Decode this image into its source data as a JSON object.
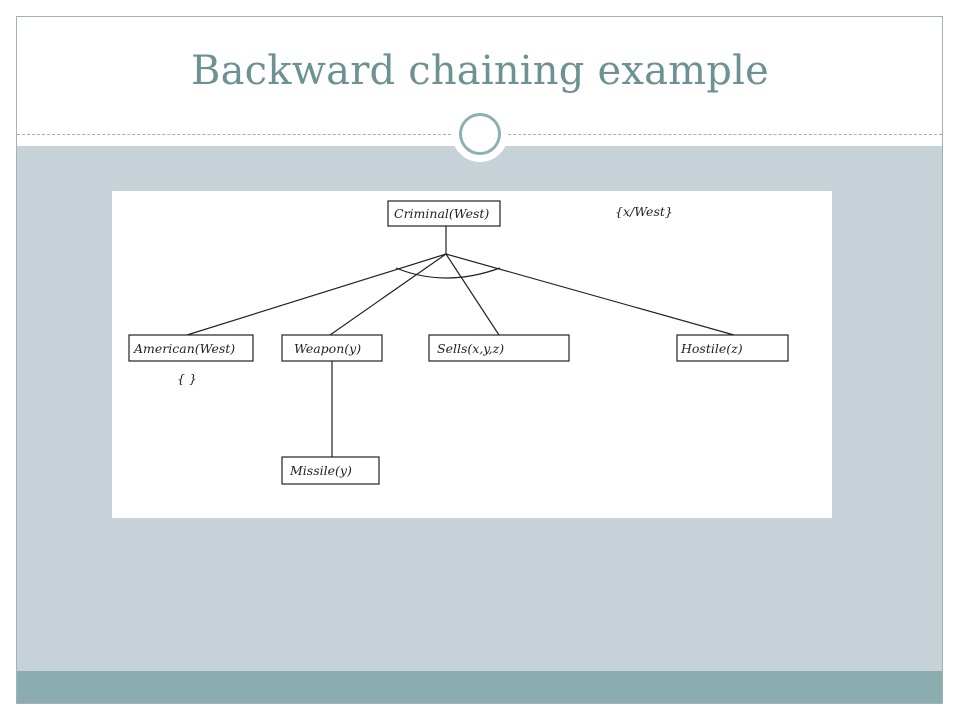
{
  "slide": {
    "title": "Backward chaining example",
    "colors": {
      "title": "#6e9294",
      "content_band": "#c6d2d7",
      "footer_band": "#8cadaf",
      "frame_border": "#9fb3b8"
    }
  },
  "diagram": {
    "root": {
      "label": "Criminal(West)",
      "substitution": "{x/West}"
    },
    "children": [
      {
        "label": "American(West)",
        "substitution": "{ }"
      },
      {
        "label": "Weapon(y)"
      },
      {
        "label": "Sells(x,y,z)"
      },
      {
        "label": "Hostile(z)"
      }
    ],
    "grandchildren": [
      {
        "label": "Missile(y)",
        "parent": "Weapon(y)"
      }
    ]
  }
}
